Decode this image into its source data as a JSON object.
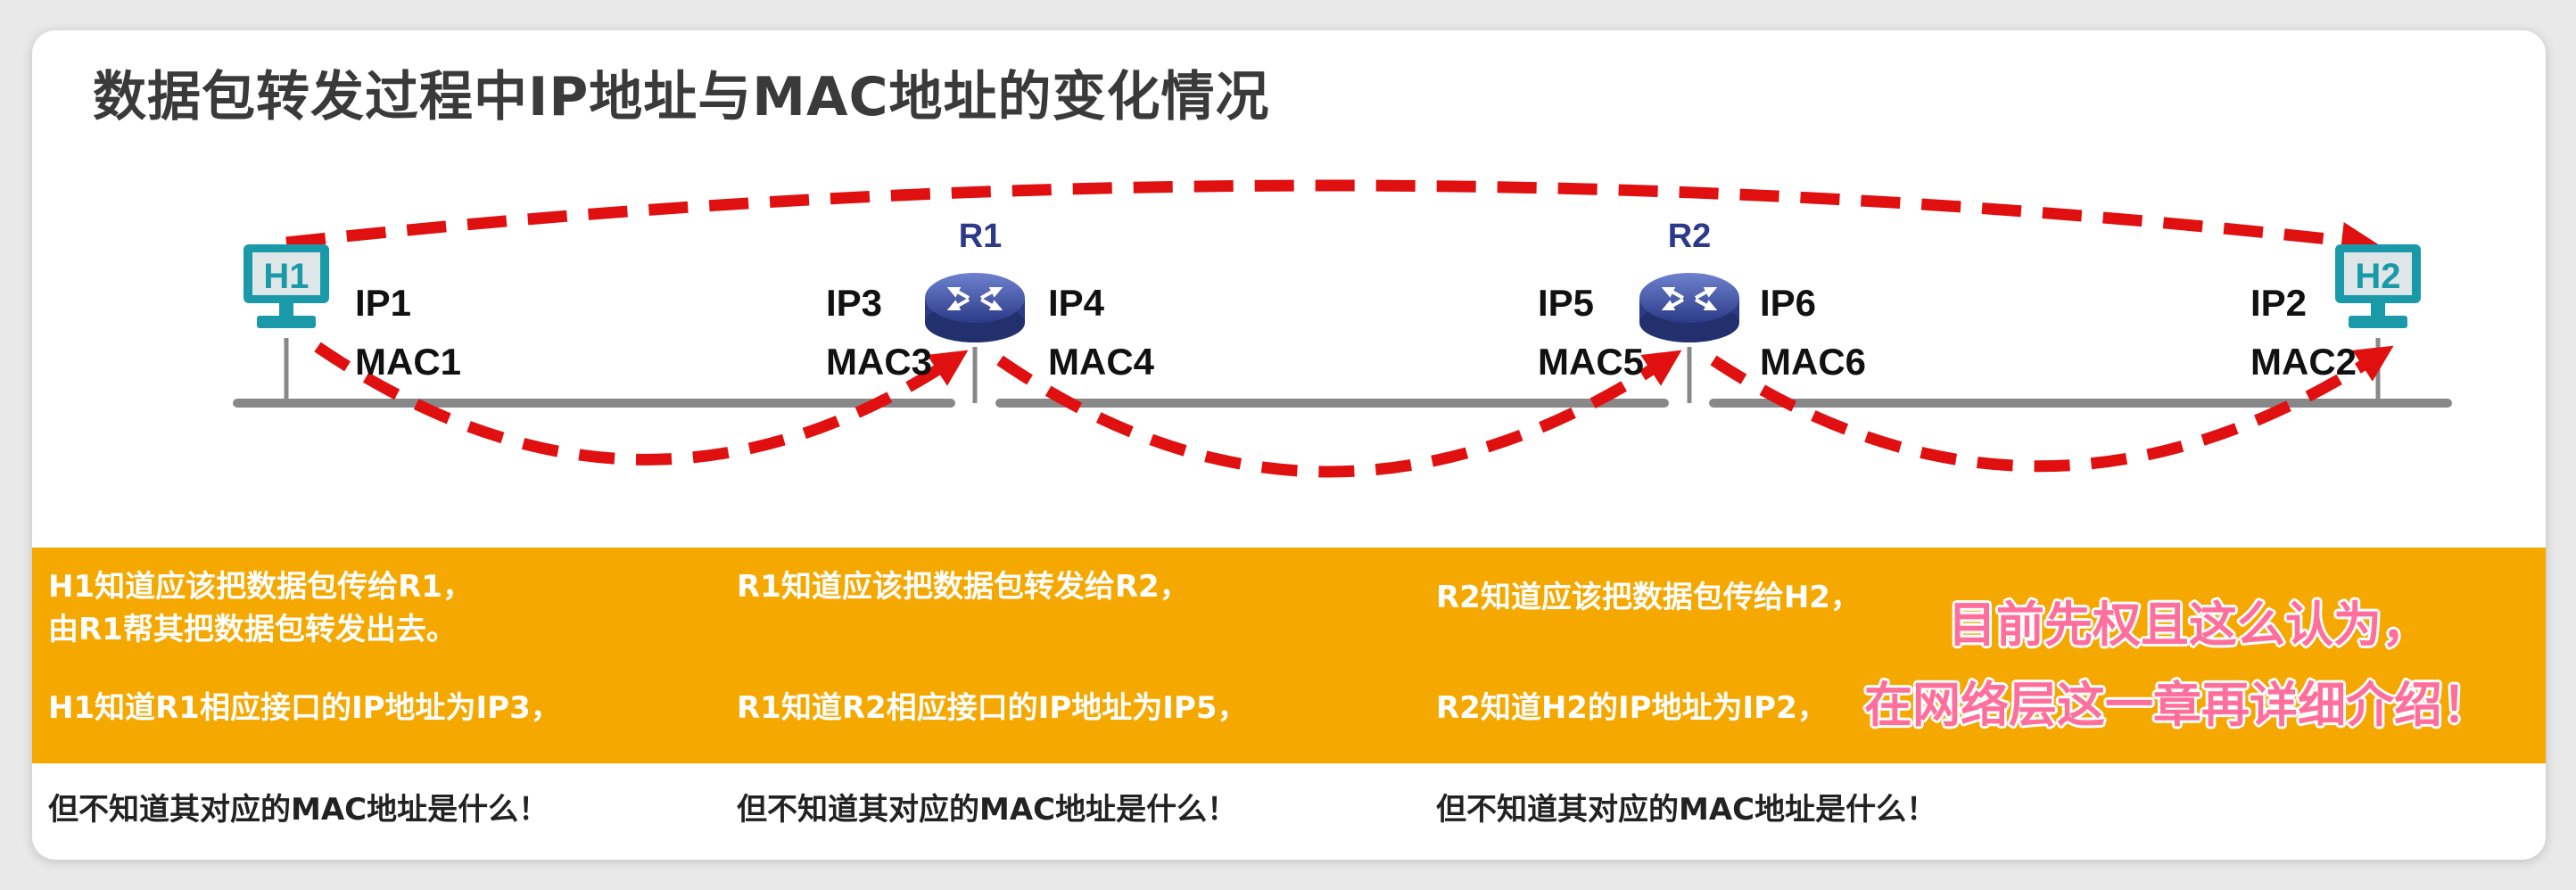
{
  "title": "数据包转发过程中IP地址与MAC地址的变化情况",
  "nodes": {
    "h1": {
      "name": "H1",
      "ip": "IP1",
      "mac": "MAC1"
    },
    "r1": {
      "name": "R1",
      "left_ip": "IP3",
      "left_mac": "MAC3",
      "right_ip": "IP4",
      "right_mac": "MAC4"
    },
    "r2": {
      "name": "R2",
      "left_ip": "IP5",
      "left_mac": "MAC5",
      "right_ip": "IP6",
      "right_mac": "MAC6"
    },
    "h2": {
      "name": "H2",
      "ip": "IP2",
      "mac": "MAC2"
    }
  },
  "columns": [
    {
      "line1": "H1知道应该把数据包传给R1，",
      "line2": "由R1帮其把数据包转发出去。",
      "line3": "H1知道R1相应接口的IP地址为IP3，",
      "line4": "但不知道其对应的MAC地址是什么！"
    },
    {
      "line1": "R1知道应该把数据包转发给R2，",
      "line3": "R1知道R2相应接口的IP地址为IP5，",
      "line4": "但不知道其对应的MAC地址是什么！"
    },
    {
      "line1": "R2知道应该把数据包传给H2，",
      "line3": "R2知道H2的IP地址为IP2，",
      "line4": "但不知道其对应的MAC地址是什么！"
    }
  ],
  "note": {
    "line1": "目前先权且这么认为，",
    "line2": "在网络层这一章再详细介绍！"
  },
  "colors": {
    "band": "#f5a800",
    "arrow": "#e01010",
    "host": "#1a9aa8",
    "router": "#3a4ea0",
    "note": "#ff6f9c"
  }
}
